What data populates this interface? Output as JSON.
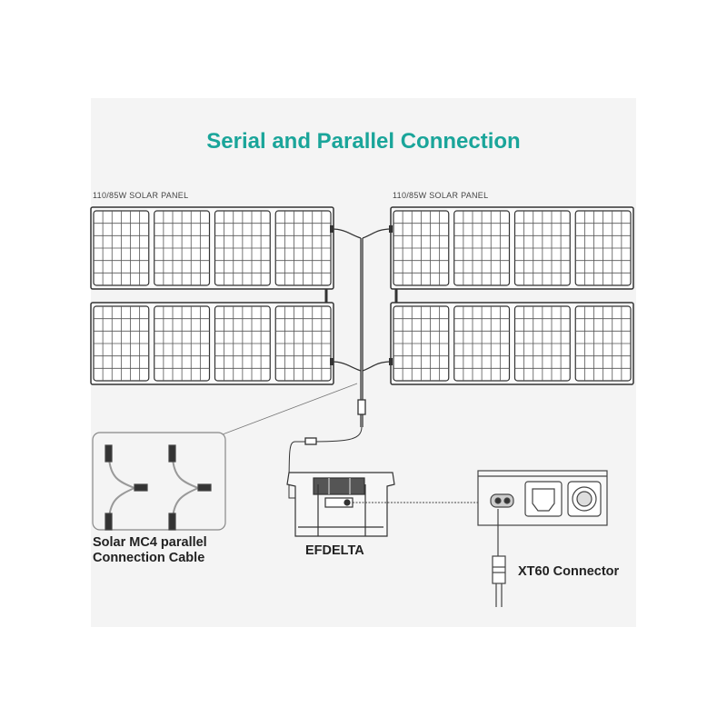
{
  "title": "Serial and Parallel Connection",
  "panels": {
    "left_label": "110/85W SOLAR PANEL",
    "right_label": "110/85W SOLAR PANEL"
  },
  "mc4": {
    "label_line1": "Solar MC4 parallel",
    "label_line2": "Connection Cable"
  },
  "efdelta": {
    "label": "EFDELTA"
  },
  "xt60": {
    "label": "XT60 Connector"
  },
  "colors": {
    "accent": "#1aa59a",
    "line": "#333333",
    "background": "#f4f4f4"
  }
}
